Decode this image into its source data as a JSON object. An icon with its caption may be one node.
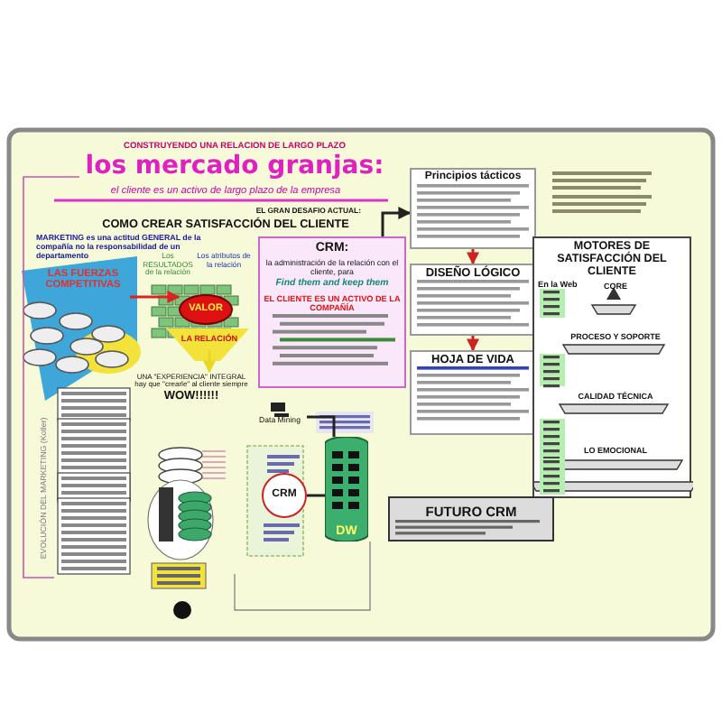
{
  "diagram": {
    "title": "los mercado granjas:",
    "nodes": [
      {
        "text": [
          "LAS FUERZAS COMPETITIVAS"
        ]
      },
      {
        "text": [
          "Los RESULTADOS de la relación"
        ]
      },
      {
        "text": [
          "Los atributos de la relación"
        ]
      },
      {
        "text": [
          "VALOR"
        ]
      },
      {
        "text": [
          "LA RELACIÓN"
        ]
      },
      {
        "text": [
          "CRM:",
          "la administración de la relación con el cliente, para",
          "Find them and keep them",
          "EL CLIENTE ES UN ACTIVO DE LA COMPAÑÍA"
        ]
      },
      {
        "text": [
          "Principios tácticos"
        ]
      },
      {
        "text": [
          "DISEÑO LÓGICO"
        ]
      },
      {
        "text": [
          "HOJA DE VIDA"
        ]
      },
      {
        "text": [
          "MOTORES DE SATISFACCIÓN DEL CLIENTE",
          "En la Web"
        ]
      },
      {
        "text": [
          "CORE"
        ],
        "in": 9
      },
      {
        "text": [
          "PROCESO Y SOPORTE"
        ],
        "in": 9
      },
      {
        "text": [
          "CALIDAD TÉCNICA"
        ],
        "in": 9
      },
      {
        "text": [
          "LO EMOCIONAL"
        ],
        "in": 9
      },
      {
        "text": [
          "UNA \"EXPERIENCIA\" INTEGRAL hay que \"crearle\" al cliente siempre",
          "WOW!!!!!!"
        ]
      },
      {
        "text": [
          "Data Mining"
        ]
      },
      {
        "text": [
          "CRM"
        ]
      },
      {
        "text": [
          "DW"
        ]
      },
      {
        "text": [
          "FUTURO CRM"
        ]
      }
    ],
    "edges": [
      {
        "from": 0,
        "to": 3,
        "arrow": "to",
        "color": "#dd2222"
      },
      {
        "from": 4,
        "to": 14,
        "arrow": "to",
        "color": "#e8d820"
      },
      {
        "from": 5,
        "to": 6,
        "arrow": "to"
      },
      {
        "from": 6,
        "to": 7,
        "arrow": "to",
        "color": "#cc2222"
      },
      {
        "from": 7,
        "to": 8,
        "arrow": "to",
        "color": "#cc2222"
      },
      {
        "from": 15,
        "to": 17,
        "arrow": "none"
      },
      {
        "from": 16,
        "to": 17,
        "arrow": "none"
      }
    ],
    "labels": [
      "CONSTRUYENDO UNA RELACION DE LARGO PLAZO",
      "el cliente es un activo de largo plazo de la empresa",
      "EL GRAN DESAFIO ACTUAL:",
      "COMO CREAR SATISFACCIÓN DEL CLIENTE",
      "MARKETING es una actitud GENERAL de la compañía no la responsabilidad de un departamento",
      "EVOLUCIÓN DEL MARKETING (Kotler)"
    ]
  }
}
